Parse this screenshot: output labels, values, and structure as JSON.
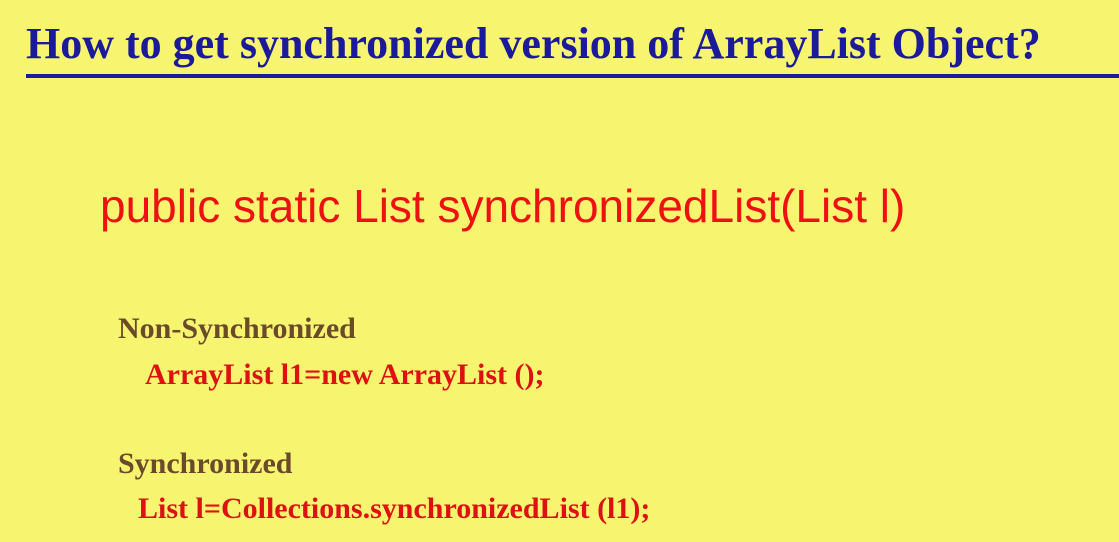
{
  "title": "How to get synchronized version of ArrayList Object?",
  "method_signature": "public static List synchronizedList(List l)",
  "sections": [
    {
      "label": "Non-Synchronized",
      "code": "ArrayList l1=new ArrayList ();"
    },
    {
      "label": "Synchronized",
      "code": "List l=Collections.synchronizedList (l1);"
    }
  ],
  "colors": {
    "background": "#f7f570",
    "title": "#1a1a9a",
    "signature": "#ee1111",
    "label": "#6b4a2a",
    "code": "#dd1111"
  }
}
